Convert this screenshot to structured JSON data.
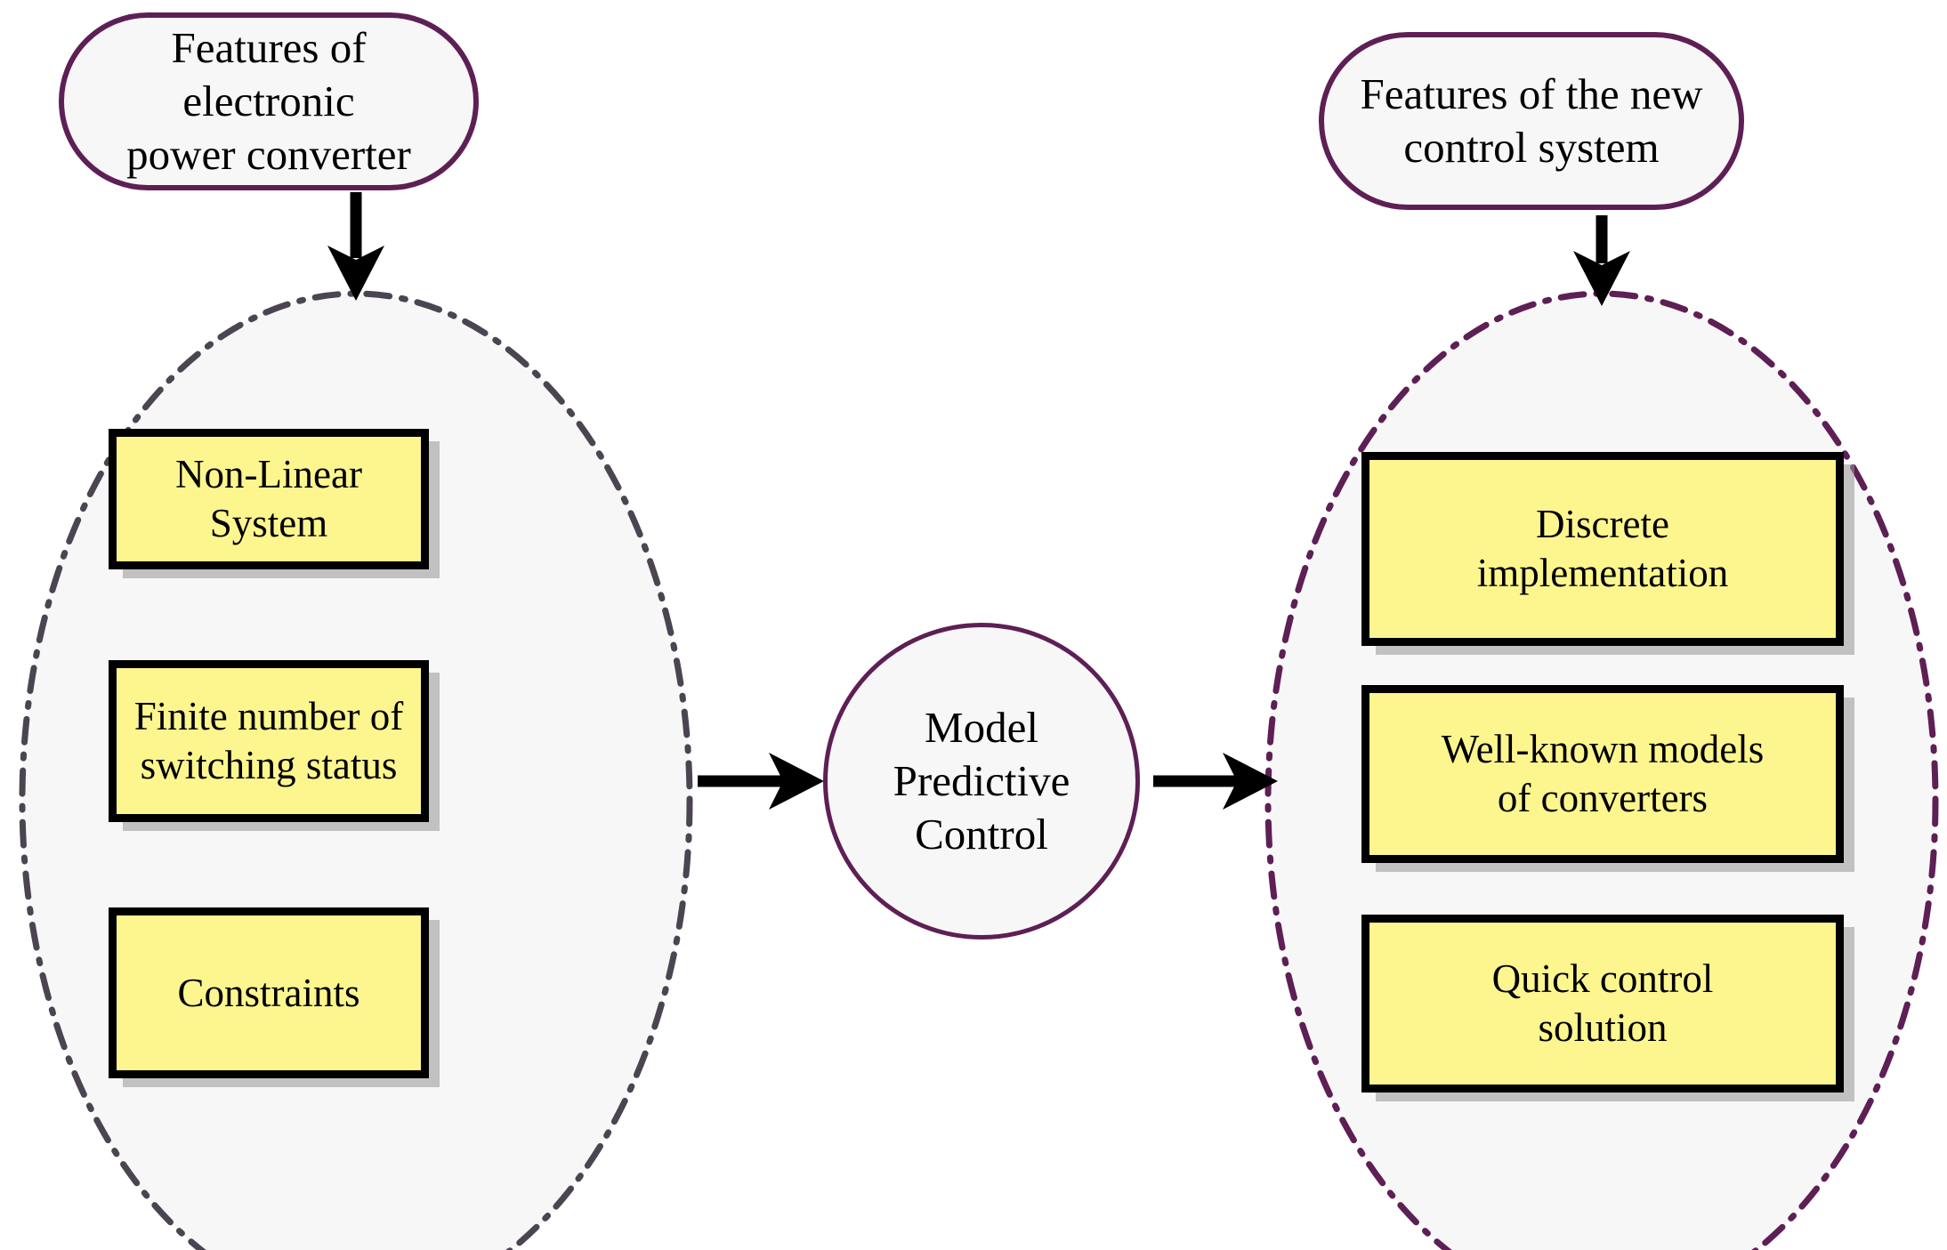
{
  "diagram": {
    "title": "Model Predictive Control concept map",
    "colors": {
      "capsule_border": "#5e1f55",
      "capsule_fill": "#f7f7f7",
      "box_fill": "#fdf68f",
      "box_border": "#000000",
      "box_shadow": "#999999",
      "left_ellipse_border": "#4b4552",
      "right_ellipse_border": "#5e1f55",
      "ellipse_fill": "#f7f7f7",
      "arrow": "#000000"
    },
    "left": {
      "header": "Features of electronic\npower converter",
      "items": [
        "Non-Linear\nSystem",
        "Finite number of\nswitching status",
        "Constraints"
      ]
    },
    "center": {
      "label": "Model\nPredictive\nControl"
    },
    "right": {
      "header": "Features of the new\ncontrol system",
      "items": [
        "Discrete\nimplementation",
        "Well-known models\nof converters",
        "Quick control\nsolution"
      ]
    },
    "arrows": {
      "left_header_to_group": "down-arrow",
      "right_header_to_group": "down-arrow",
      "left_group_to_center": "right-arrow",
      "center_to_right_group": "right-arrow"
    }
  }
}
